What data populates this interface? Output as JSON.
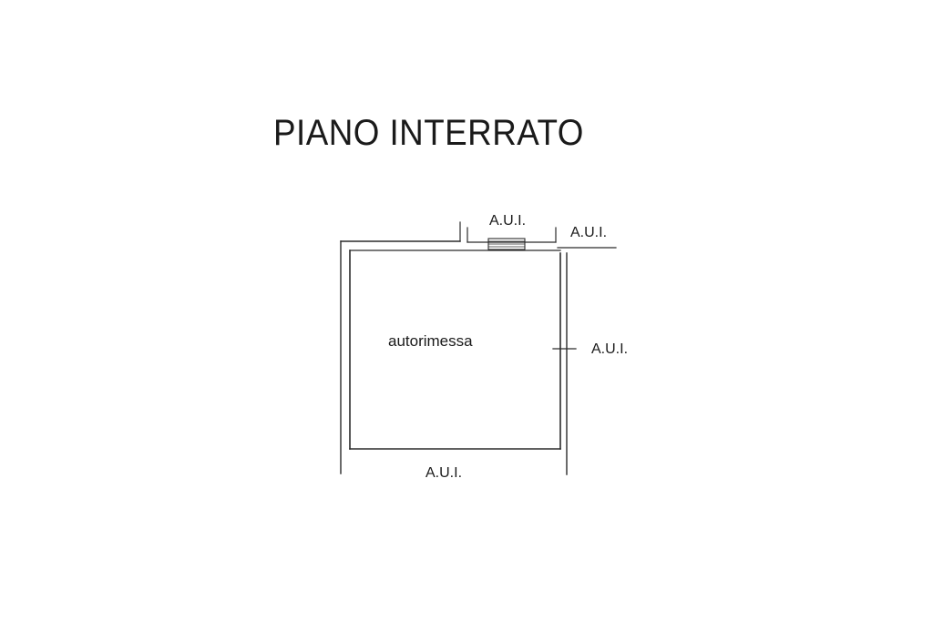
{
  "title": "PIANO INTERRATO",
  "room": {
    "label": "autorimessa"
  },
  "boundaries": {
    "top_left": "A.U.I.",
    "top_right": "A.U.I.",
    "right": "A.U.I.",
    "bottom": "A.U.I."
  }
}
